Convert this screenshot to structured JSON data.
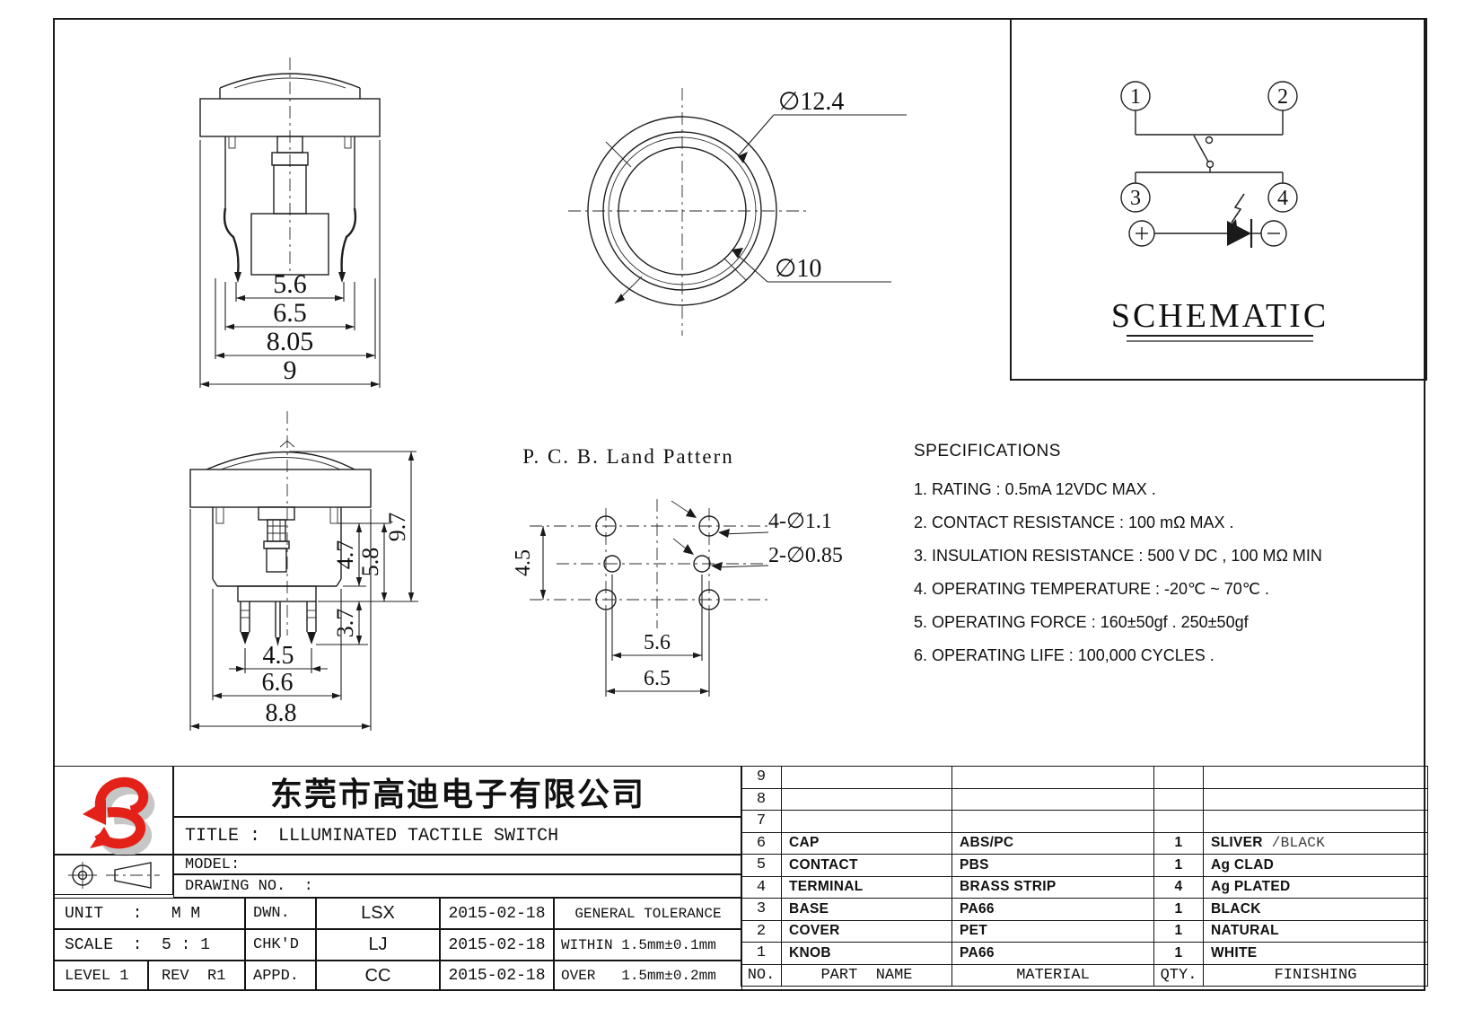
{
  "views": {
    "front": {
      "dims": [
        "5.6",
        "6.5",
        "8.05",
        "9"
      ]
    },
    "top": {
      "dia_outer": "∅12.4",
      "dia_inner": "∅10"
    },
    "side": {
      "dim_47": "4.7",
      "dim_58": "5.8",
      "dim_97": "9.7",
      "dim_37": "3.7",
      "dim_45": "4.5",
      "dim_66": "6.6",
      "dim_88": "8.8"
    },
    "pcb": {
      "title": "P. C. B. Land Pattern",
      "dim_45": "4.5",
      "dim_56": "5.6",
      "dim_65": "6.5",
      "holes_corner": "4-∅1.1",
      "holes_center": "2-∅0.85"
    },
    "schematic": {
      "title": "SCHEMATIC",
      "pin1": "1",
      "pin2": "2",
      "pin3": "3",
      "pin4": "4",
      "plus": "+",
      "minus": "−"
    }
  },
  "specs": {
    "title": "SPECIFICATIONS",
    "items": [
      "1. RATING : 0.5mA 12VDC MAX .",
      "2. CONTACT RESISTANCE : 100 mΩ MAX .",
      "3. INSULATION RESISTANCE : 500 V DC , 100 MΩ MIN",
      "4. OPERATING TEMPERATURE : -20℃ ~ 70℃ .",
      "5. OPERATING FORCE : 160±50gf . 250±50gf",
      "6. OPERATING LIFE : 100,000 CYCLES ."
    ]
  },
  "title_block": {
    "company": "东莞市高迪电子有限公司",
    "title_label": "TITLE :",
    "title_value": "LLLUMINATED TACTILE SWITCH",
    "model_label": "MODEL:",
    "drawing_label": "DRAWING NO.  :",
    "unit": "UNIT   :   M M",
    "scale": "SCALE  :  5 : 1",
    "level": "LEVEL 1",
    "rev": "REV  R1",
    "dwn": {
      "label": "DWN.",
      "name": "LSX",
      "date": "2015-02-18"
    },
    "chkd": {
      "label": "CHK'D",
      "name": "LJ",
      "date": "2015-02-18"
    },
    "appd": {
      "label": "APPD.",
      "name": "CC",
      "date": "2015-02-18"
    },
    "tolerance": {
      "head": "GENERAL TOLERANCE",
      "within": "WITHIN 1.5mm±0.1mm",
      "over": "OVER   1.5mm±0.2mm"
    }
  },
  "parts_table": {
    "headers": [
      "NO.",
      "PART  NAME",
      "MATERIAL",
      "QTY.",
      "FINISHING"
    ],
    "rows": [
      {
        "no": "9",
        "part": "",
        "material": "",
        "qty": "",
        "finishing": ""
      },
      {
        "no": "8",
        "part": "",
        "material": "",
        "qty": "",
        "finishing": ""
      },
      {
        "no": "7",
        "part": "",
        "material": "",
        "qty": "",
        "finishing": ""
      },
      {
        "no": "6",
        "part": "CAP",
        "material": "ABS/PC",
        "qty": "1",
        "finishing": "SLIVER",
        "finishing2": " /BLACK"
      },
      {
        "no": "5",
        "part": "CONTACT",
        "material": "PBS",
        "qty": "1",
        "finishing": "Ag CLAD"
      },
      {
        "no": "4",
        "part": "TERMINAL",
        "material": "BRASS STRIP",
        "qty": "4",
        "finishing": "Ag PLATED"
      },
      {
        "no": "3",
        "part": "BASE",
        "material": "PA66",
        "qty": "1",
        "finishing": "BLACK"
      },
      {
        "no": "2",
        "part": "COVER",
        "material": "PET",
        "qty": "1",
        "finishing": "NATURAL"
      },
      {
        "no": "1",
        "part": "KNOB",
        "material": "PA66",
        "qty": "1",
        "finishing": "WHITE"
      }
    ]
  },
  "colors": {
    "logo_red": "#e32119",
    "logo_shadow": "#c6c6c6",
    "ink": "#1a1a1a"
  }
}
